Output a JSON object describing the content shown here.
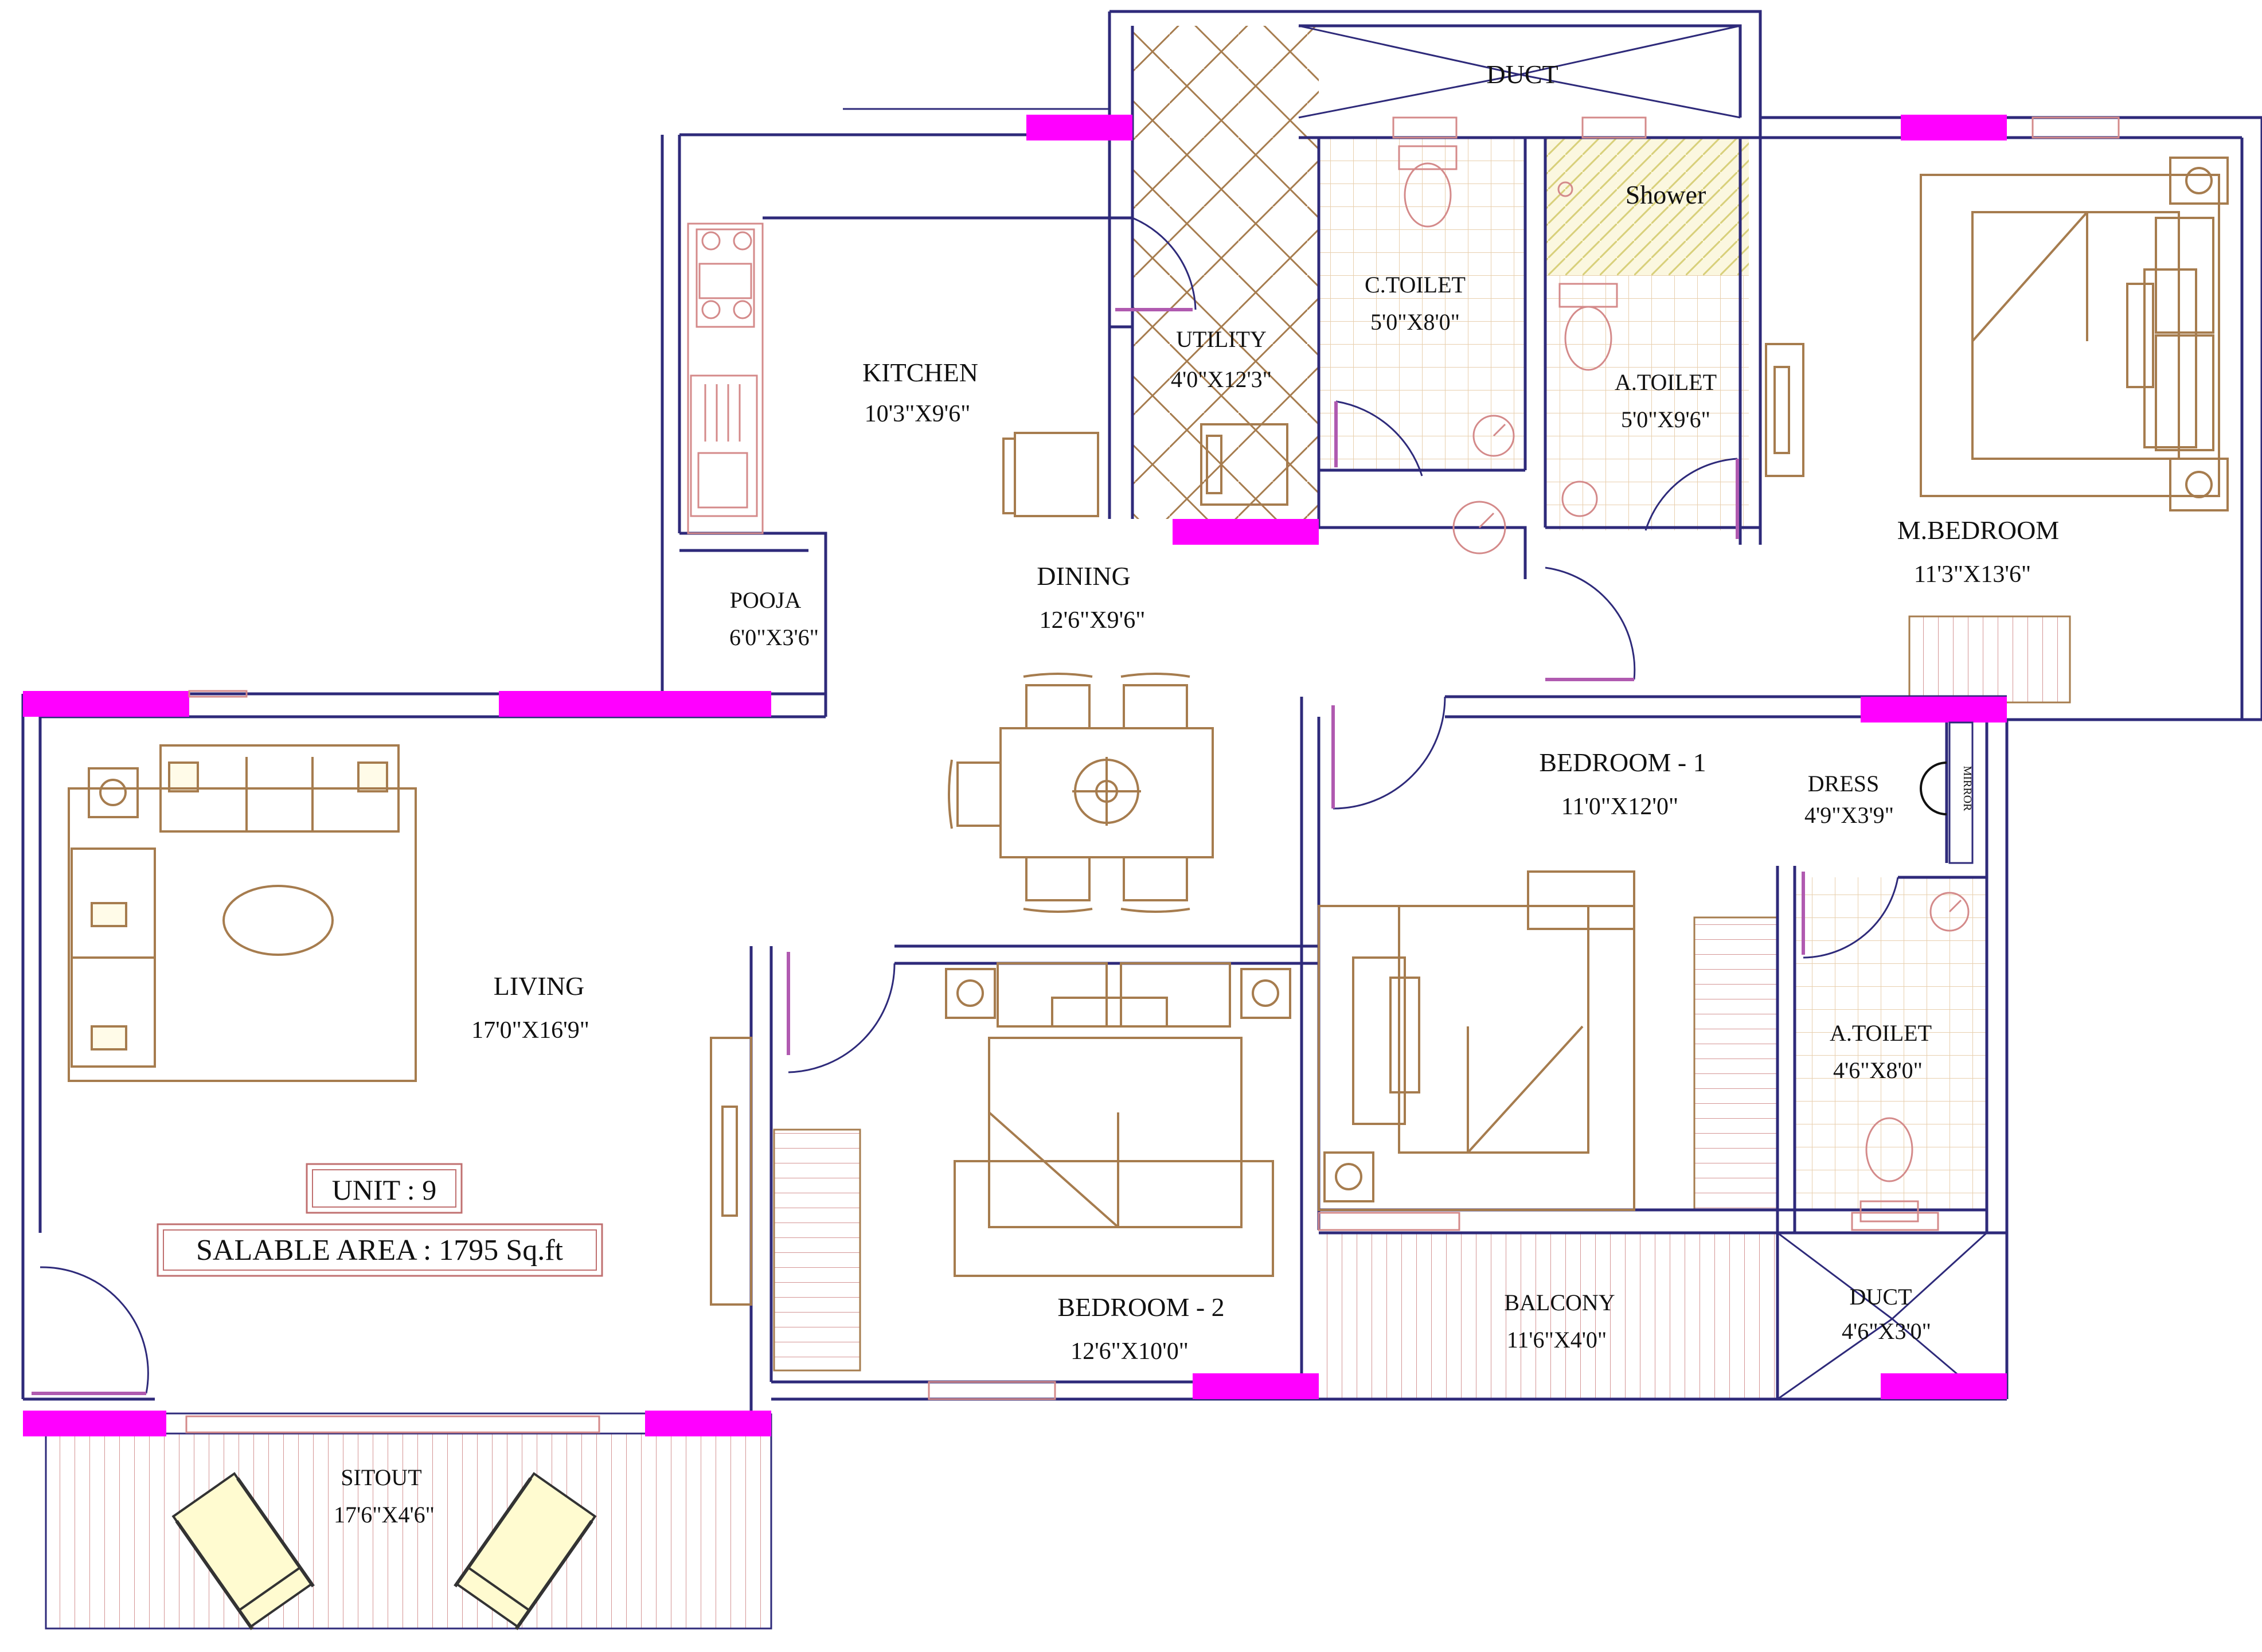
{
  "plan": {
    "unit_label": "UNIT : 9",
    "area_label": "SALABLE AREA : 1795 Sq.ft",
    "rooms": {
      "kitchen": {
        "name": "KITCHEN",
        "size": "10'3\"X9'6\""
      },
      "utility": {
        "name": "UTILITY",
        "size": "4'0\"X12'3\""
      },
      "pooja": {
        "name": "POOJA",
        "size": "6'0\"X3'6\""
      },
      "dining": {
        "name": "DINING",
        "size": "12'6\"X9'6\""
      },
      "living": {
        "name": "LIVING",
        "size": "17'0\"X16'9\""
      },
      "c_toilet": {
        "name": "C.TOILET",
        "size": "5'0\"X8'0\""
      },
      "a_toilet_master": {
        "name": "A.TOILET",
        "size": "5'0\"X9'6\""
      },
      "m_bedroom": {
        "name": "M.BEDROOM",
        "size": "11'3\"X13'6\""
      },
      "bedroom1": {
        "name": "BEDROOM - 1",
        "size": "11'0\"X12'0\""
      },
      "dress": {
        "name": "DRESS",
        "size": "4'9\"X3'9\""
      },
      "a_toilet_b1": {
        "name": "A.TOILET",
        "size": "4'6\"X8'0\""
      },
      "bedroom2": {
        "name": "BEDROOM - 2",
        "size": "12'6\"X10'0\""
      },
      "balcony": {
        "name": "BALCONY",
        "size": "11'6\"X4'0\""
      },
      "duct_bottom": {
        "name": "DUCT",
        "size": "4'6\"X3'0\""
      },
      "sitout": {
        "name": "SITOUT",
        "size": "17'6\"X4'6\""
      }
    },
    "duct_top": "DUCT",
    "shower": "Shower",
    "mirror": "MIRROR",
    "colors": {
      "wall": "#2e2a7a",
      "window": "#ff00ff",
      "furniture": "#a67c4e",
      "fixtures": "#d48a8a"
    }
  }
}
